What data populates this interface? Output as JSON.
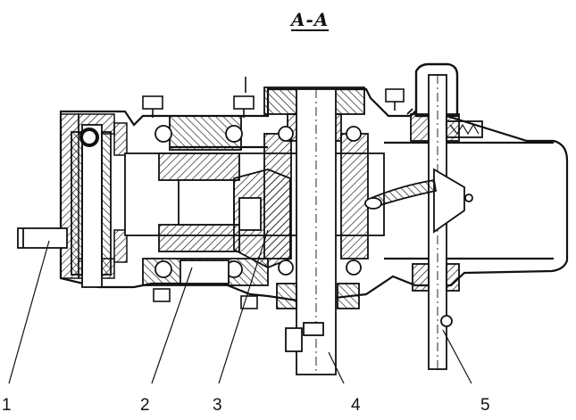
{
  "section_title": "A-A",
  "callouts": [
    {
      "label": "1"
    },
    {
      "label": "2"
    },
    {
      "label": "3"
    },
    {
      "label": "4"
    },
    {
      "label": "5"
    }
  ],
  "colors": {
    "ink": "#111111",
    "background": "#ffffff"
  }
}
